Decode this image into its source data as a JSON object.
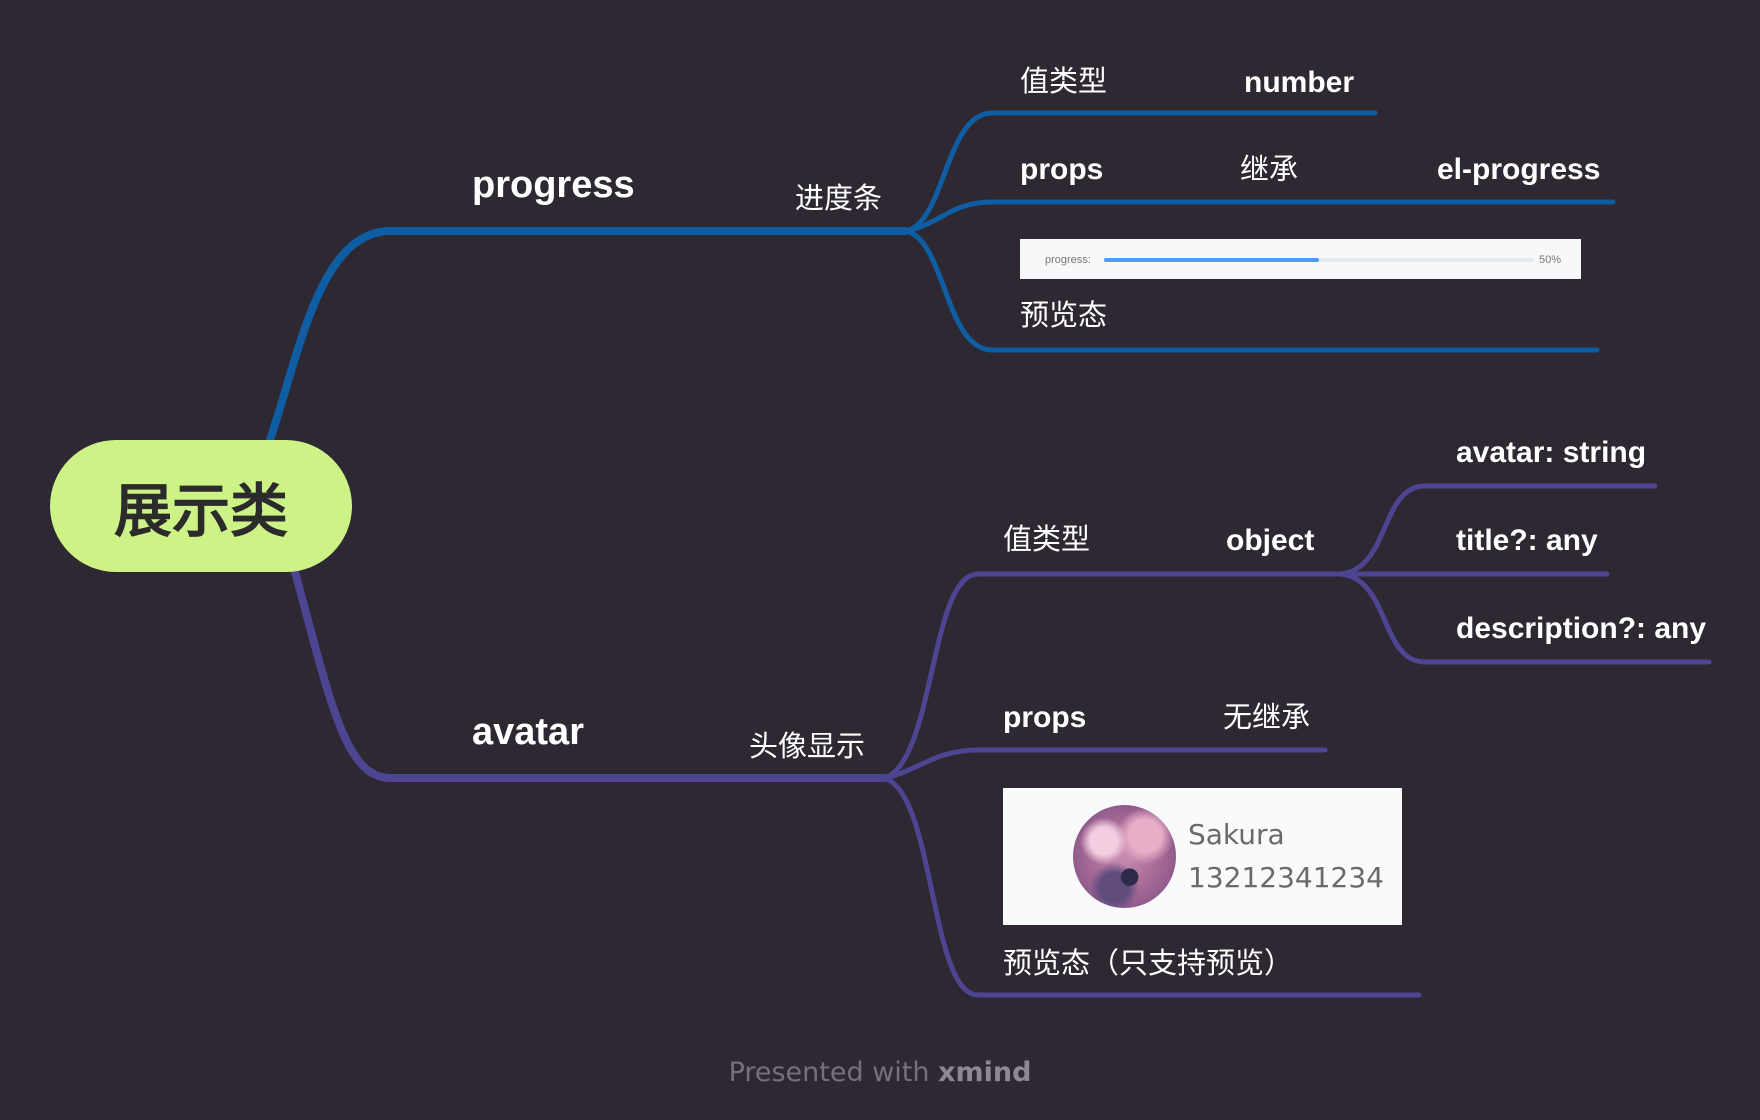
{
  "root": {
    "label": "展示类"
  },
  "branches": {
    "progress": {
      "title": "progress",
      "subtitle": "进度条",
      "color": "#0f5ea3",
      "value_type": {
        "label": "值类型",
        "value": "number"
      },
      "props": {
        "label": "props",
        "inherit_label": "继承",
        "inherit_value": "el-progress"
      },
      "preview": {
        "label": "预览态",
        "progress_label": "progress:",
        "percent_text": "50%",
        "percent": 50,
        "fill_color": "#4b9cf3"
      }
    },
    "avatar": {
      "title": "avatar",
      "subtitle": "头像显示",
      "color": "#4d4592",
      "value_type": {
        "label": "值类型",
        "value": "object",
        "fields": [
          "avatar: string",
          "title?: any",
          "description?: any"
        ]
      },
      "props": {
        "label": "props",
        "inherit_label": "无继承"
      },
      "preview": {
        "label": "预览态（只支持预览）",
        "name": "Sakura",
        "phone": "13212341234"
      }
    }
  },
  "footer": {
    "prefix": "Presented with ",
    "brand": "xmind"
  }
}
